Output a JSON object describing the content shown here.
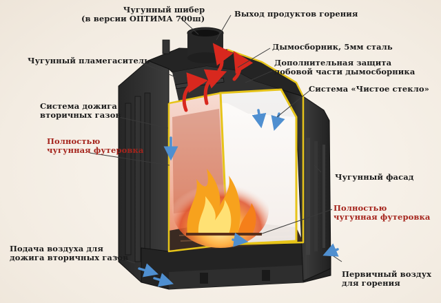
{
  "colors": {
    "label_dark": "#1b1b1b",
    "label_red": "#a5251d",
    "stove_body": "#2a2a2a",
    "trim": "#e6c419",
    "flame": "#f0821e",
    "air_arrow": "#4f8fd0",
    "flue_arrow": "#d8281e"
  },
  "labels": {
    "damper": {
      "line1": "Чугунный шибер",
      "line2": "(в версии ОПТИМА 700ш)"
    },
    "exhaust": "Выход продуктов горения",
    "flame_arrester": "Чугунный пламегаситель",
    "smoke_collector": "Дымосборник, 5мм сталь",
    "extra_protection": {
      "line1": "Дополнительная защита",
      "line2": "лобовой части дымосборника"
    },
    "clean_glass": "Система «Чистое стекло»",
    "afterburning": {
      "line1": "Система дожига",
      "line2": "вторичных газов"
    },
    "lining_left": {
      "line1": "Полностью",
      "line2": "чугунная футеровка"
    },
    "facade": "Чугунный фасад",
    "lining_right": {
      "line1": "Полностью",
      "line2": "чугунная футеровка"
    },
    "secondary_air": {
      "line1": "Подача воздуха для",
      "line2": "дожига вторичных газов"
    },
    "primary_air": {
      "line1": "Первичный воздух",
      "line2": "для горения"
    }
  },
  "icons": {
    "flue_arrows": "red-arrow-icon",
    "air_arrows": "blue-arrow-icon",
    "fire": "fire-icon"
  }
}
